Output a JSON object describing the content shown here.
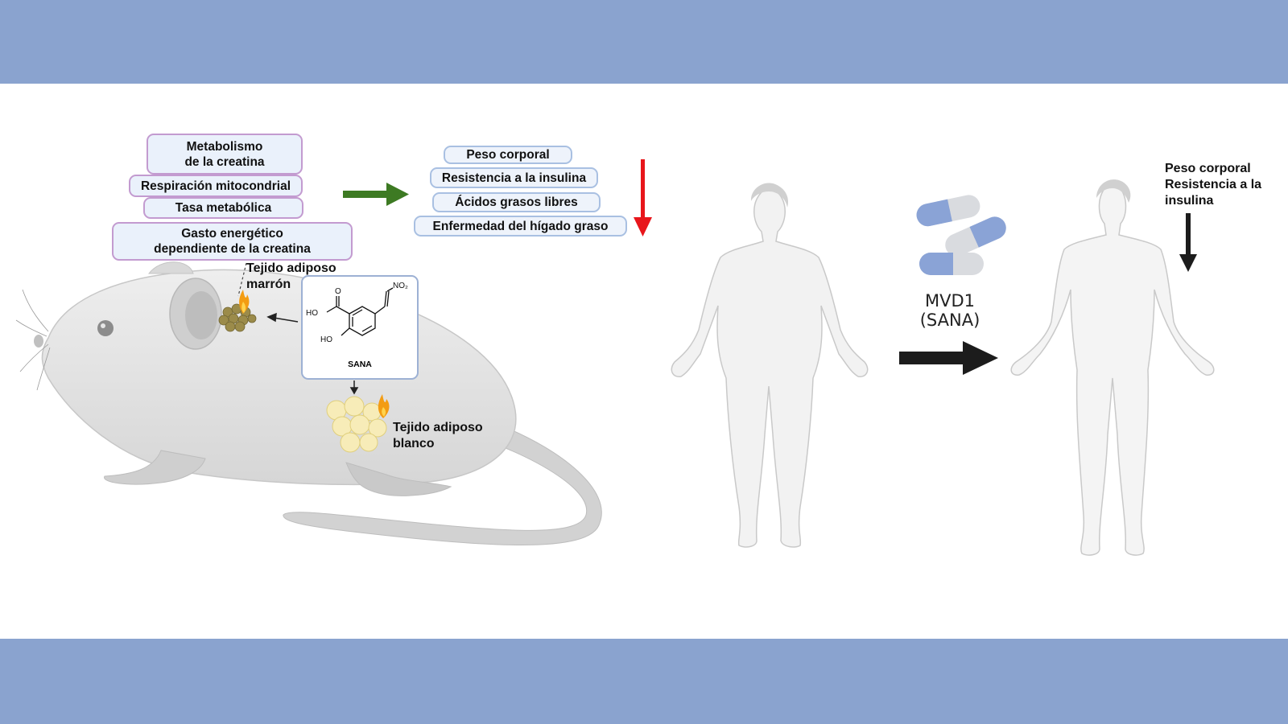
{
  "colors": {
    "band": "#8aa3cf",
    "pill_border_purple": "#c39bd0",
    "pill_border_blue": "#a9c0e2",
    "pill_fill": "#eaf1fb",
    "arrow_green": "#3d7a23",
    "arrow_red": "#e8161b",
    "arrow_black": "#1c1c1c",
    "capsule_blue": "#8aa3d6",
    "capsule_grey": "#d9dbdf"
  },
  "mouse_effects": {
    "creatine_metabolism": [
      "Metabolismo",
      "de la creatina"
    ],
    "mitochondrial_respiration": "Respiración mitocondrial",
    "metabolic_rate": "Tasa metabólica",
    "energy_expenditure": [
      "Gasto energético",
      "dependiente de la creatina"
    ]
  },
  "mouse_outcomes": {
    "body_weight": "Peso corporal",
    "insulin_resistance": "Resistencia a la insulina",
    "free_fatty_acids": "Ácidos grasos libres",
    "fatty_liver": "Enfermedad del hígado graso"
  },
  "tissues": {
    "brown_fat": [
      "Tejido adiposo",
      "marrón"
    ],
    "white_fat": [
      "Tejido adiposo",
      "blanco"
    ]
  },
  "compound": {
    "name": "SANA",
    "groups": {
      "nitro": "NO₂",
      "oh_top": "O",
      "oh_acid": "HO",
      "oh_phenol": "HO"
    }
  },
  "drug": {
    "name": "MVD1",
    "paren": "(SANA)"
  },
  "human_outcomes": [
    "Peso corporal",
    "Resistencia a la",
    "insulina"
  ],
  "icons": [
    "mouse-illustration",
    "flame-icon",
    "capsule-icon",
    "human-obese-figure",
    "human-lean-figure"
  ]
}
